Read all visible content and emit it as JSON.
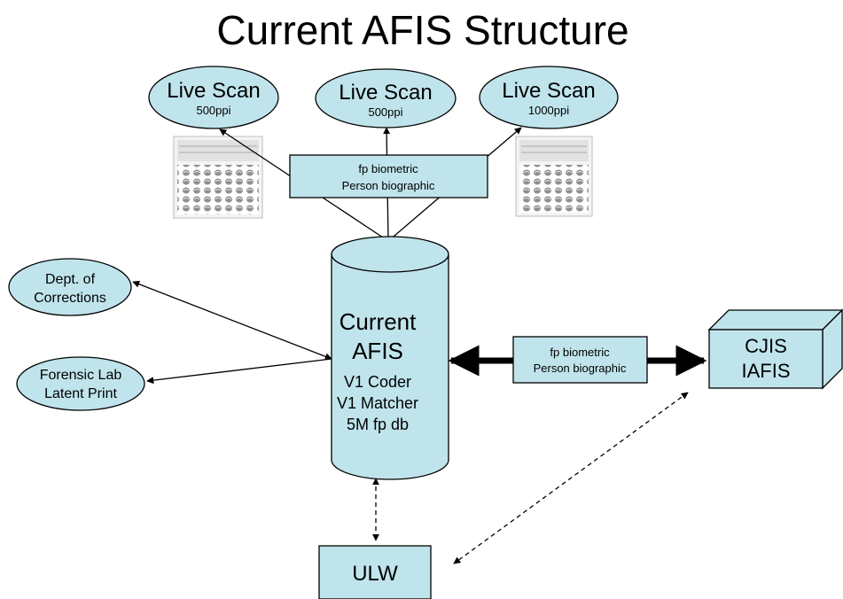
{
  "title": "Current AFIS Structure",
  "colors": {
    "node_fill": "#c0e4ec",
    "stroke": "#000000",
    "fp_image": "#9a9a9a"
  },
  "live_scans": [
    {
      "title": "Live Scan",
      "sub": "500ppi"
    },
    {
      "title": "Live Scan",
      "sub": "500ppi"
    },
    {
      "title": "Live Scan",
      "sub": "1000ppi"
    }
  ],
  "top_msg": {
    "line1": "fp biometric",
    "line2": "Person biographic"
  },
  "side_msg": {
    "line1": "fp biometric",
    "line2": "Person biographic"
  },
  "corrections": {
    "line1": "Dept. of",
    "line2": "Corrections"
  },
  "forensic": {
    "line1": "Forensic Lab",
    "line2": "Latent Print"
  },
  "afis": {
    "lines": [
      "Current",
      "AFIS",
      "V1 Coder",
      "V1 Matcher",
      "5M fp db"
    ]
  },
  "cjis": {
    "line1": "CJIS",
    "line2": "IAFIS"
  },
  "ulw": {
    "label": "ULW"
  }
}
